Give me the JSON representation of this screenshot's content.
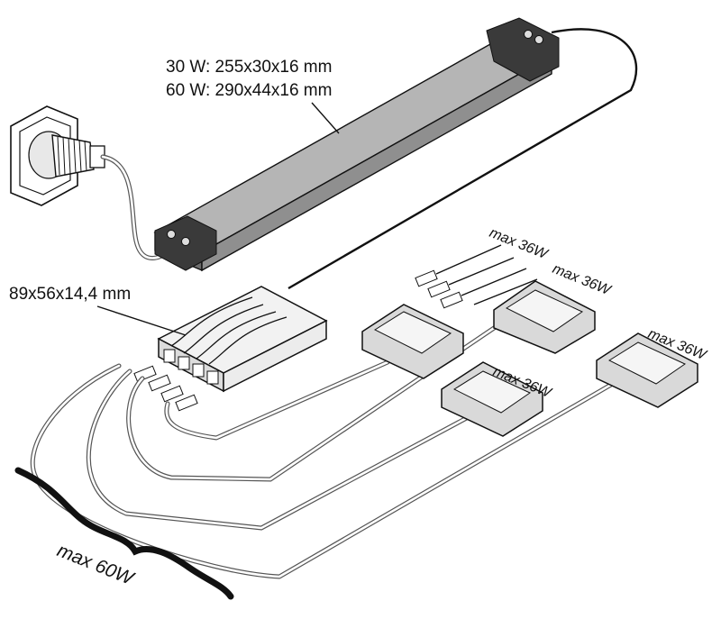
{
  "labels": {
    "driver_30w": "30 W: 255x30x16 mm",
    "driver_60w": "60 W: 290x44x16 mm",
    "distributor": "89x56x14,4 mm",
    "max_36w": "max 36W",
    "max_60w": "max 60W"
  },
  "colors": {
    "driver_body": "#8f8f8f",
    "driver_top": "#b5b5b5",
    "driver_cap": "#3a3a3a",
    "module": "#d9d9d9",
    "cable": "#555555"
  },
  "icons": [
    "wall-socket-icon",
    "plug-icon",
    "led-driver-icon",
    "distributor-box-icon",
    "led-module-icon",
    "connector-icon",
    "curly-brace-icon"
  ]
}
